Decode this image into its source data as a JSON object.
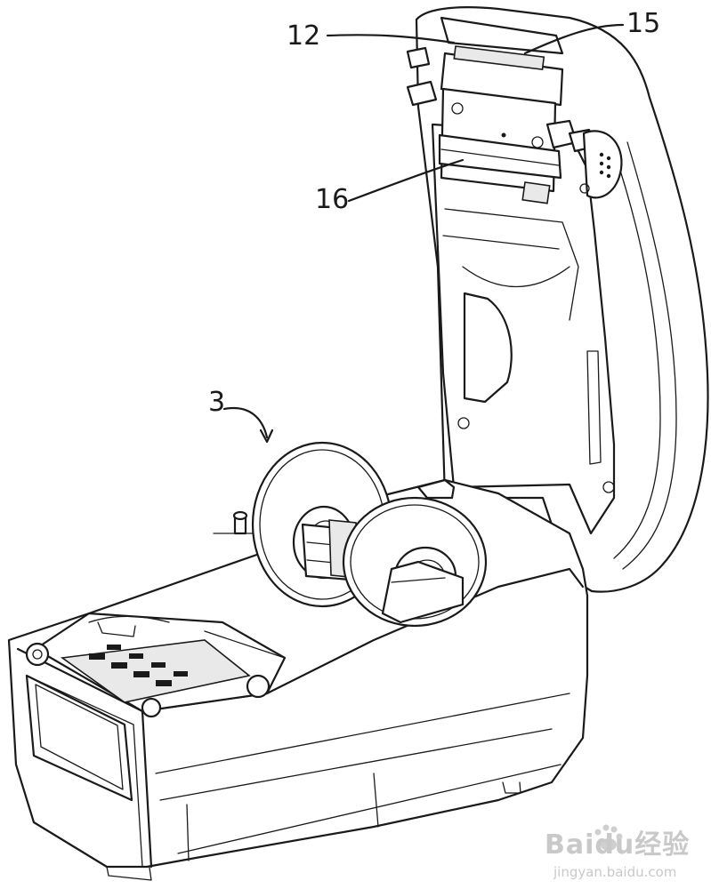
{
  "labels": {
    "top_left": "12",
    "top_right": "15",
    "middle": "16",
    "left": "3"
  },
  "watermark": {
    "brand": "Baidu经验",
    "url": "jingyan.baidu.com"
  }
}
